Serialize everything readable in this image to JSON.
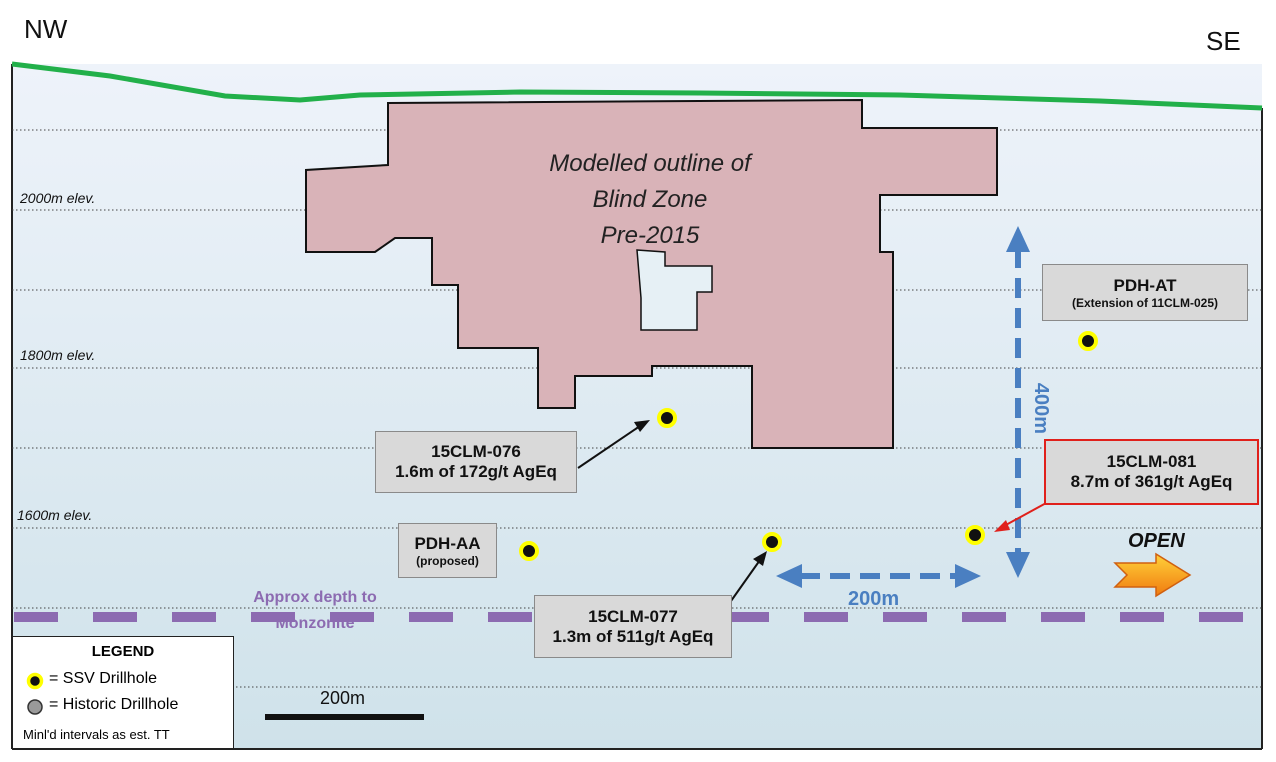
{
  "directions": {
    "left": "NW",
    "right": "SE"
  },
  "elevations": [
    "2000m elev.",
    "1800m elev.",
    "1600m elev."
  ],
  "zone": {
    "line1": "Modelled outline of",
    "line2": "Blind Zone",
    "line3": "Pre-2015"
  },
  "labels": {
    "pdh_at": {
      "title": "PDH-AT",
      "sub": "(Extension of 11CLM-025)"
    },
    "c076": {
      "title": "15CLM-076",
      "sub": "1.6m of 172g/t AgEq"
    },
    "c081": {
      "title": "15CLM-081",
      "sub": "8.7m of 361g/t AgEq"
    },
    "pdh_aa": {
      "title": "PDH-AA",
      "sub": "(proposed)"
    },
    "c077": {
      "title": "15CLM-077",
      "sub": "1.3m of 511g/t AgEq"
    }
  },
  "dimensions": {
    "vertical": "400m",
    "horizontal": "200m"
  },
  "monzonite": {
    "line1": "Approx depth to",
    "line2": "Monzonite"
  },
  "open": "OPEN",
  "legend": {
    "title": "LEGEND",
    "ssv": "= SSV Drillhole",
    "historic": "= Historic Drillhole",
    "note": "Minl'd intervals as est. TT"
  },
  "scale": "200m",
  "colors": {
    "surface": "#22b04a",
    "zone_fill": "#d9b3b8",
    "inner_fill": "#e6f0f5",
    "dim_arrow": "#4a7fc1",
    "monzonite": "#8c6bb1",
    "drillhole_ssv": "#ffff00",
    "drillhole_historic": "#9a9a9a",
    "highlight_border": "#e0201b"
  }
}
